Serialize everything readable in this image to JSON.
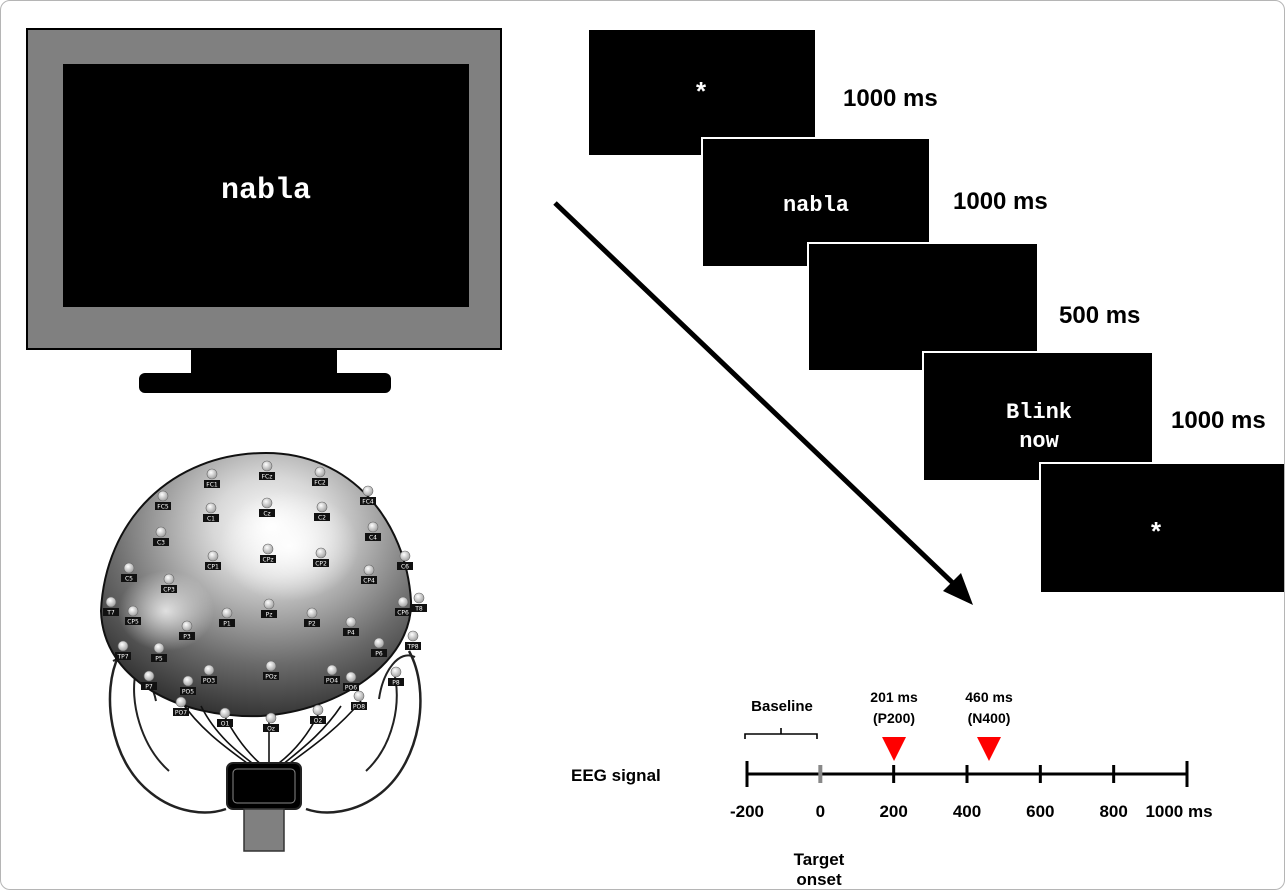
{
  "monitor": {
    "word": "nabla"
  },
  "trial_sequence": [
    {
      "text": "*",
      "duration": "1000 ms"
    },
    {
      "text": "nabla",
      "duration": "1000 ms"
    },
    {
      "text": "",
      "duration": "500 ms"
    },
    {
      "text": [
        "Blink",
        "now"
      ],
      "duration": "1000 ms"
    },
    {
      "text": "*",
      "duration": ""
    }
  ],
  "timeline": {
    "signal_label": "EEG signal",
    "baseline_label": "Baseline",
    "ticks": [
      "-200",
      "0",
      "200",
      "400",
      "600",
      "800",
      "1000 ms"
    ],
    "tick_values": [
      -200,
      0,
      200,
      400,
      600,
      800,
      1000
    ],
    "onset_label": [
      "Target",
      "onset"
    ],
    "markers": [
      {
        "value": 201,
        "time": "201 ms",
        "component": "(P200)",
        "color": "#ff0000"
      },
      {
        "value": 460,
        "time": "460 ms",
        "component": "(N400)",
        "color": "#ff0000"
      }
    ]
  },
  "electrodes": [
    "FC1",
    "FCz",
    "FC2",
    "FC4",
    "FC5",
    "C1",
    "Cz",
    "C2",
    "C3",
    "C4",
    "C6",
    "C5",
    "CP1",
    "CPz",
    "CP2",
    "CP3",
    "CP4",
    "CP5",
    "CP6",
    "T7",
    "T8",
    "TP7",
    "TP8",
    "P1",
    "Pz",
    "P2",
    "P3",
    "P4",
    "P5",
    "P6",
    "P7",
    "P8",
    "PO3",
    "POz",
    "PO4",
    "PO5",
    "PO6",
    "PO7",
    "PO8",
    "O1",
    "Oz",
    "O2"
  ]
}
